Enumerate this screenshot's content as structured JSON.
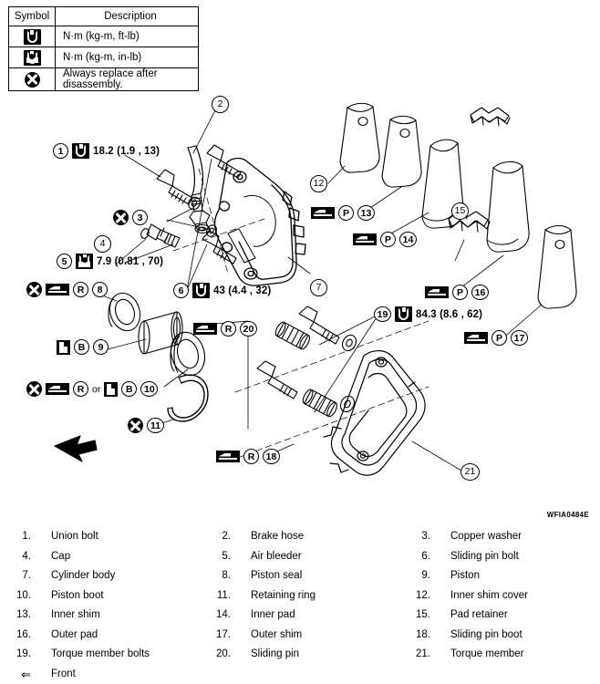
{
  "legend": {
    "headers": [
      "Symbol",
      "Description"
    ],
    "rows": [
      {
        "icon": "torque-wrench-ftlb-icon",
        "description": "N·m (kg-m, ft-lb)"
      },
      {
        "icon": "torque-wrench-inlb-icon",
        "description": "N·m (kg-m, in-lb)"
      },
      {
        "icon": "replace-after-disassembly-icon",
        "description": "Always replace after disassembly."
      }
    ]
  },
  "callouts": {
    "c1": {
      "num": "1",
      "torque": "18.2 (1.9 , 13)"
    },
    "c3": {
      "num": "3"
    },
    "c4": {
      "num": "4"
    },
    "c5": {
      "num": "5",
      "torque": "7.9 (0.81 , 70)"
    },
    "c6": {
      "num": "6",
      "torque": "43 (4.4 , 32)"
    },
    "c7": {
      "num": "7"
    },
    "c2": {
      "num": "2"
    },
    "c8": {
      "num": "8",
      "letter": "R"
    },
    "c9": {
      "num": "9",
      "letter": "B"
    },
    "c10": {
      "num": "10",
      "letter_a": "R",
      "letter_b": "B",
      "or": "or"
    },
    "c11": {
      "num": "11"
    },
    "c12": {
      "num": "12"
    },
    "c13": {
      "num": "13",
      "letter": "P"
    },
    "c14": {
      "num": "14",
      "letter": "P"
    },
    "c15": {
      "num": "15"
    },
    "c16": {
      "num": "16",
      "letter": "P"
    },
    "c17": {
      "num": "17",
      "letter": "P"
    },
    "c18": {
      "num": "18",
      "letter": "R"
    },
    "c19": {
      "num": "19",
      "torque": "84.3 (8.6 , 62)"
    },
    "c20": {
      "num": "20",
      "letter": "R"
    },
    "c21": {
      "num": "21"
    }
  },
  "figure_code": "WFIA0484E",
  "parts_list": [
    [
      {
        "num": "1.",
        "label": "Union bolt"
      },
      {
        "num": "2.",
        "label": "Brake hose"
      },
      {
        "num": "3.",
        "label": "Copper washer"
      }
    ],
    [
      {
        "num": "4.",
        "label": "Cap"
      },
      {
        "num": "5.",
        "label": "Air bleeder"
      },
      {
        "num": "6.",
        "label": "Sliding pin bolt"
      }
    ],
    [
      {
        "num": "7.",
        "label": "Cylinder body"
      },
      {
        "num": "8.",
        "label": "Piston seal"
      },
      {
        "num": "9.",
        "label": "Piston"
      }
    ],
    [
      {
        "num": "10.",
        "label": "Piston boot"
      },
      {
        "num": "11.",
        "label": "Retaining ring"
      },
      {
        "num": "12.",
        "label": "Inner shim cover"
      }
    ],
    [
      {
        "num": "13.",
        "label": "Inner shim"
      },
      {
        "num": "14.",
        "label": "Inner pad"
      },
      {
        "num": "15.",
        "label": "Pad retainer"
      }
    ],
    [
      {
        "num": "16.",
        "label": "Outer pad"
      },
      {
        "num": "17.",
        "label": "Outer shim"
      },
      {
        "num": "18.",
        "label": "Sliding pin boot"
      }
    ],
    [
      {
        "num": "19.",
        "label": "Torque member bolts"
      },
      {
        "num": "20.",
        "label": "Sliding pin"
      },
      {
        "num": "21.",
        "label": "Torque member"
      }
    ]
  ],
  "front_note": {
    "arrow": "⇐",
    "label": "Front"
  }
}
